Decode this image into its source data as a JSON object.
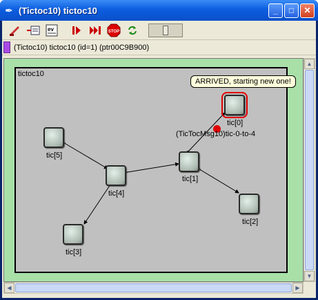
{
  "window": {
    "title": "(Tictoc10) tictoc10",
    "icon": "feather-icon",
    "buttons": [
      "minimize-icon",
      "maximize-icon",
      "close-icon"
    ]
  },
  "toolbar": {
    "tools": [
      {
        "name": "step-back-tool",
        "glyph": "⇤"
      },
      {
        "name": "inspect-tool",
        "glyph": "▤"
      },
      {
        "name": "event-log-tool",
        "glyph": "ev"
      },
      {
        "name": "step-tool",
        "glyph": "▶"
      },
      {
        "name": "run-tool",
        "glyph": "⏭"
      },
      {
        "name": "stop-tool",
        "glyph": "STOP"
      },
      {
        "name": "refresh-tool",
        "glyph": "⟳"
      }
    ],
    "slider_level": 0.45
  },
  "infobar": {
    "text": "(Tictoc10) tictoc10  (id=1)  (ptr00C9B900)",
    "swatch_color": "#a94ae6"
  },
  "network": {
    "label": "tictoc10",
    "bubble": "ARRIVED, starting new one!",
    "message_label": "(TicTocMsg10)tic-0-to-4",
    "nodes": [
      {
        "id": "tic0",
        "label": "tic[0]",
        "active": true
      },
      {
        "id": "tic1",
        "label": "tic[1]",
        "active": false
      },
      {
        "id": "tic2",
        "label": "tic[2]",
        "active": false
      },
      {
        "id": "tic3",
        "label": "tic[3]",
        "active": false
      },
      {
        "id": "tic4",
        "label": "tic[4]",
        "active": false
      },
      {
        "id": "tic5",
        "label": "tic[5]",
        "active": false
      }
    ]
  },
  "colors": {
    "canvas_bg": "#a8e0a8",
    "network_bg": "#c0c0c0",
    "highlight": "#e00000"
  }
}
